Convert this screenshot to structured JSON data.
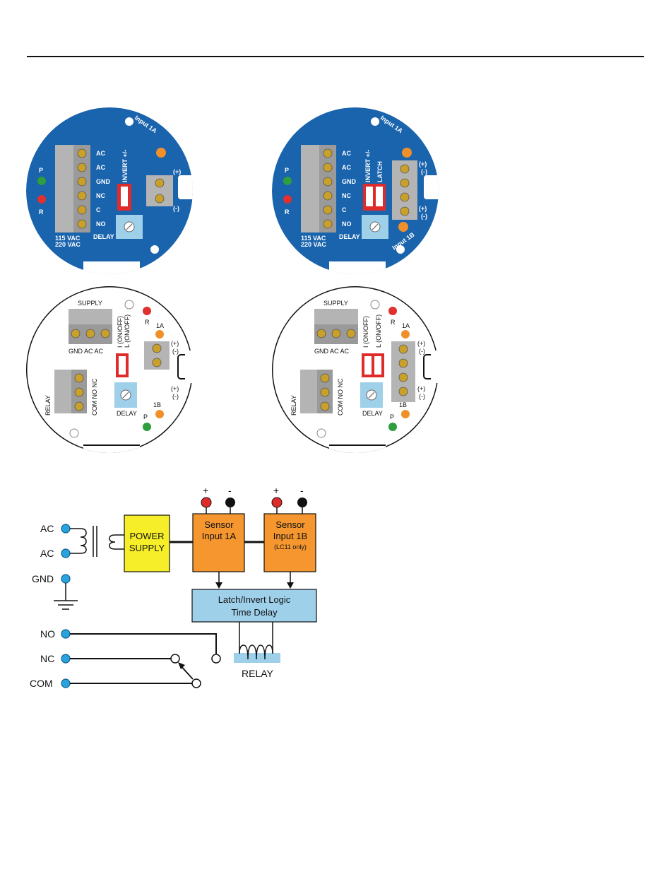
{
  "colors": {
    "board_blue": "#1a63ad",
    "terminal_gray": "#b4b4b4",
    "screw_gold": "#c9a02a",
    "switch_red": "#e02b2b",
    "delay_blue": "#9fd0ea",
    "led_green": "#2e9e3e",
    "led_red": "#e03030",
    "led_orange": "#f0902a",
    "power_yellow": "#f7ee2a",
    "sensor_orange": "#f5962f",
    "logic_blue": "#9fd0ea",
    "terminal_dot_blue": "#2aa3dc"
  },
  "boards": {
    "blue_single": {
      "input_label": "Input 1A",
      "terminals": [
        "AC",
        "AC",
        "GND",
        "NC",
        "C",
        "NO"
      ],
      "switch_label": "INVERT +/-",
      "polarity_plus": "(+)",
      "polarity_minus": "(-)",
      "led_p": "P",
      "led_r": "R",
      "voltage_1": "115 VAC",
      "voltage_2": "220 VAC",
      "delay": "DELAY"
    },
    "blue_dual": {
      "input_label_a": "Input 1A",
      "input_label_b": "Input 1B",
      "terminals": [
        "AC",
        "AC",
        "GND",
        "NC",
        "C",
        "NO"
      ],
      "switch_label_1": "INVERT +/-",
      "switch_label_2": "LATCH",
      "polarity_plus_1": "(+)",
      "polarity_minus_1": "(-)",
      "polarity_plus_2": "(+)",
      "polarity_minus_2": "(-)",
      "led_p": "P",
      "led_r": "R",
      "voltage_1": "115 VAC",
      "voltage_2": "220 VAC",
      "delay": "DELAY"
    },
    "white_single": {
      "supply": "SUPPLY",
      "supply_terminals": "GND AC  AC",
      "relay": "RELAY",
      "relay_terminals": "COM NO NC",
      "switch_i": "I (ON/OFF)",
      "switch_l": "L (ON/OFF)",
      "led_r": "R",
      "led_1a": "1A",
      "led_1b": "1B",
      "led_p": "P",
      "polarity_plus_1": "(+)",
      "polarity_minus_1": "(-)",
      "polarity_plus_2": "(+)",
      "polarity_minus_2": "(-)",
      "delay": "DELAY"
    },
    "white_dual": {
      "supply": "SUPPLY",
      "supply_terminals": "GND AC  AC",
      "relay": "RELAY",
      "relay_terminals": "COM NO NC",
      "switch_i": "I (ON/OFF)",
      "switch_l": "L (ON/OFF)",
      "led_r": "R",
      "led_1a": "1A",
      "led_1b": "1B",
      "led_p": "P",
      "polarity_plus_1": "(+)",
      "polarity_minus_1": "(-)",
      "polarity_plus_2": "(+)",
      "polarity_minus_2": "(-)",
      "delay": "DELAY"
    }
  },
  "block_diagram": {
    "terminals": {
      "ac1": "AC",
      "ac2": "AC",
      "gnd": "GND",
      "no": "NO",
      "nc": "NC",
      "com": "COM"
    },
    "power_supply": {
      "line1": "POWER",
      "line2": "SUPPLY"
    },
    "sensor_a": {
      "line1": "Sensor",
      "line2": "Input 1A",
      "plus": "+",
      "minus": "-"
    },
    "sensor_b": {
      "line1": "Sensor",
      "line2": "Input 1B",
      "note": "(LC11 only)",
      "plus": "+",
      "minus": "-"
    },
    "logic": {
      "line1": "Latch/Invert Logic",
      "line2": "Time Delay"
    },
    "relay": "RELAY"
  }
}
